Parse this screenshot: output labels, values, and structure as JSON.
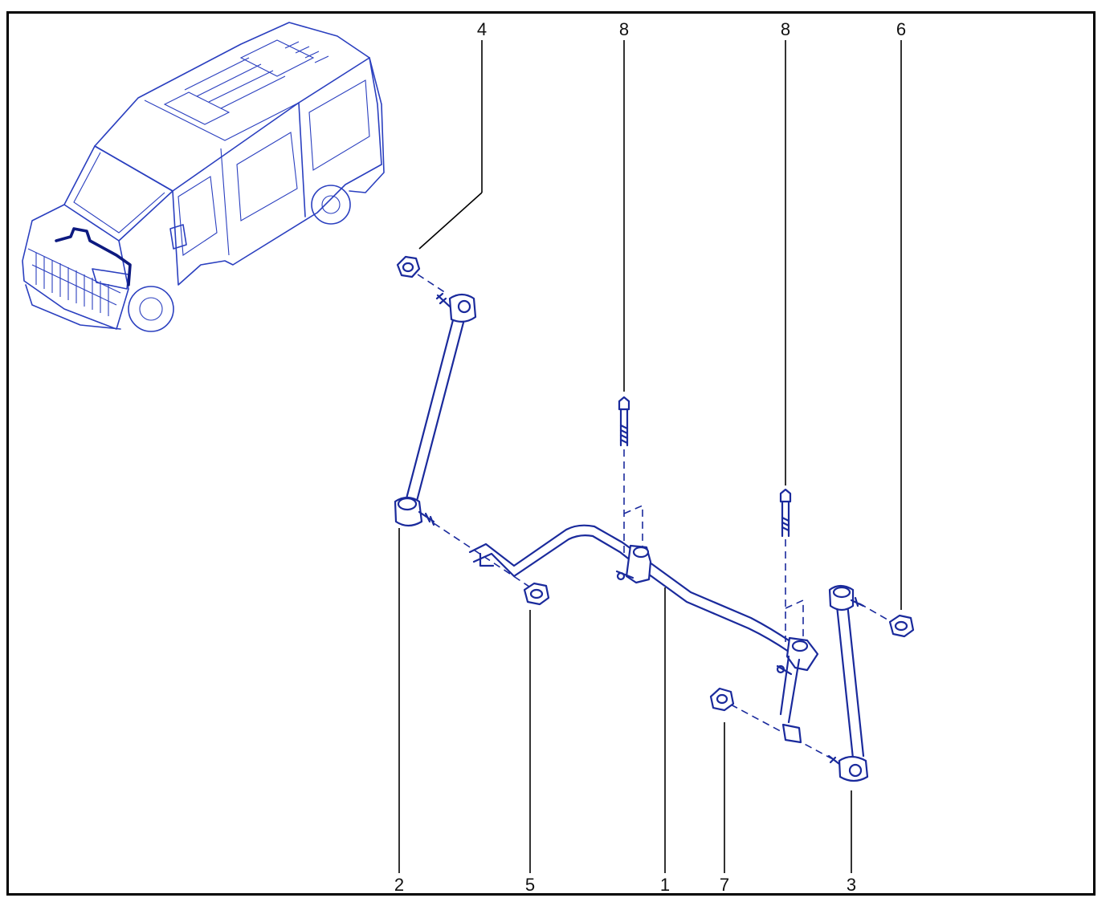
{
  "diagram": {
    "callouts": {
      "c1": "1",
      "c2": "2",
      "c3": "3",
      "c4": "4",
      "c5": "5",
      "c6": "6",
      "c7": "7",
      "c8a": "8",
      "c8b": "8"
    },
    "line_color": "#1a2a9c",
    "van_color": "#2a3fbf",
    "highlight_color": "#0d1a80"
  }
}
